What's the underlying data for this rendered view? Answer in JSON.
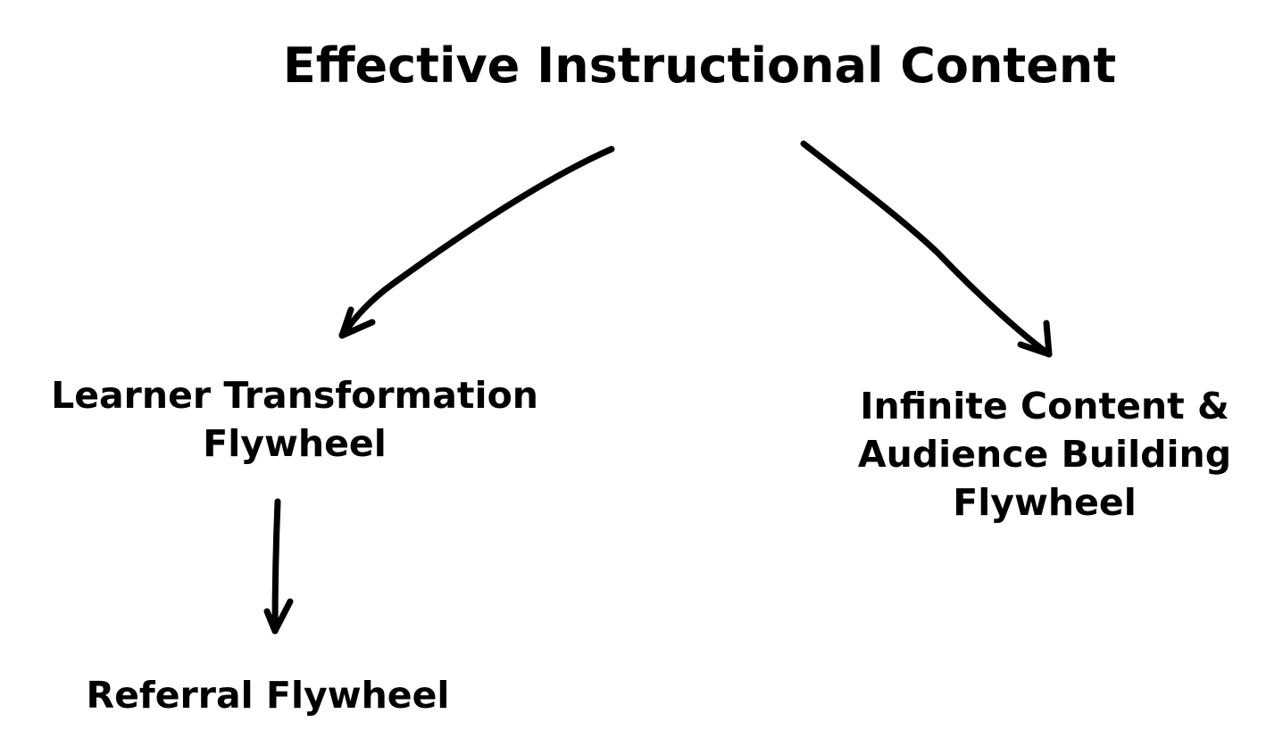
{
  "nodes": {
    "title": "Effective Instructional Content",
    "learner": [
      "Learner Transformation",
      "Flywheel"
    ],
    "infinite": [
      "Infinite Content &",
      "Audience Building",
      "Flywheel"
    ],
    "referral": "Referral Flywheel"
  },
  "edges": [
    {
      "from": "Effective Instructional Content",
      "to": "Learner Transformation Flywheel"
    },
    {
      "from": "Effective Instructional Content",
      "to": "Infinite Content & Audience Building Flywheel"
    },
    {
      "from": "Learner Transformation Flywheel",
      "to": "Referral Flywheel"
    }
  ],
  "colors": {
    "background": "#ffffff",
    "ink": "#000000"
  }
}
